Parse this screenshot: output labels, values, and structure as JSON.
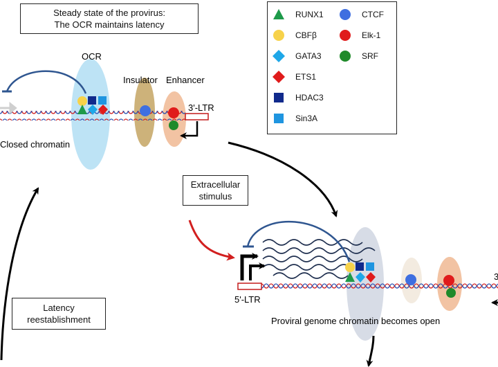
{
  "boxes": {
    "steady_state": [
      "Steady state of the provirus:",
      "The OCR maintains latency"
    ],
    "extracellular": [
      "Extracellular",
      "stimulus"
    ],
    "latency": [
      "Latency",
      "reestablishment"
    ]
  },
  "legend": {
    "items": [
      {
        "label": "RUNX1",
        "shape": "triangle",
        "color": "#1e9a4a"
      },
      {
        "label": "CTCF",
        "shape": "circle",
        "color": "#3f6fe0"
      },
      {
        "label": "CBFβ",
        "shape": "circle",
        "color": "#f7d24a"
      },
      {
        "label": "Elk-1",
        "shape": "circle",
        "color": "#e01b1b"
      },
      {
        "label": "GATA3",
        "shape": "diamond",
        "color": "#1ea7e8"
      },
      {
        "label": "SRF",
        "shape": "circle",
        "color": "#1f8a2a"
      },
      {
        "label": "ETS1",
        "shape": "diamond",
        "color": "#e01b1b"
      },
      {
        "label": "HDAC3",
        "shape": "square",
        "color": "#102a8c"
      },
      {
        "label": "Sin3A",
        "shape": "square",
        "color": "#1f95e0"
      }
    ]
  },
  "labels": {
    "ocr": "OCR",
    "insulator": "Insulator",
    "enhancer": "Enhancer",
    "ltr3_top": "3'-LTR",
    "closed": "Closed chromatin",
    "ltr5": "5'-LTR",
    "open": "Proviral genome chromatin becomes open",
    "ltr3_bottom_partial": "3"
  },
  "colors": {
    "ocr_ellipse": "#bde3f5",
    "insulator_ellipse": "#cdb27a",
    "enhancer_ellipse": "#f2c3a3",
    "dna_red": "#d21f1f",
    "dna_blue": "#2a4fb0",
    "repression_arc": "#2f5690",
    "stimulus_arrow": "#d21f1f"
  }
}
